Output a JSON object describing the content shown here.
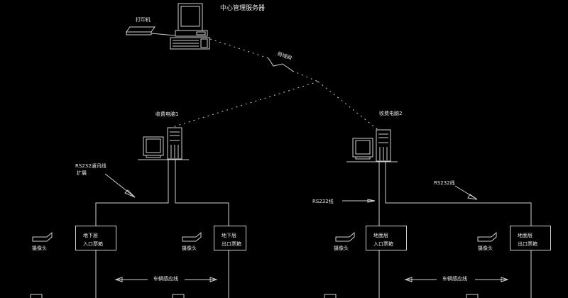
{
  "title": "停车场管理系统结构图",
  "server": {
    "label": "中心管理服务器"
  },
  "printer": {
    "label": "打印机"
  },
  "network": {
    "label": "局域网"
  },
  "stations": [
    {
      "pc_label": "收费电脑1",
      "cable_label_line1": "RS232通讯线",
      "cable_label_line2": "扩展",
      "gates": [
        {
          "line1": "地下层",
          "line2": "入口票箱",
          "camera": "摄像头"
        },
        {
          "line1": "地下层",
          "line2": "出口票箱",
          "camera": "摄像头"
        }
      ],
      "loop_label": "车辆感应线"
    },
    {
      "pc_label": "收费电脑2",
      "cable_label_left": "RS232线",
      "cable_label_right": "RS232线",
      "gates": [
        {
          "line1": "地面层",
          "line2": "入口票箱",
          "camera": "摄像头"
        },
        {
          "line1": "地面层",
          "line2": "出口票箱",
          "camera": "摄像头"
        }
      ],
      "loop_label": "车辆感应线"
    }
  ],
  "colors": {
    "background": "#000000",
    "line": "#cfcfcf",
    "text": "#e8e8e8"
  }
}
